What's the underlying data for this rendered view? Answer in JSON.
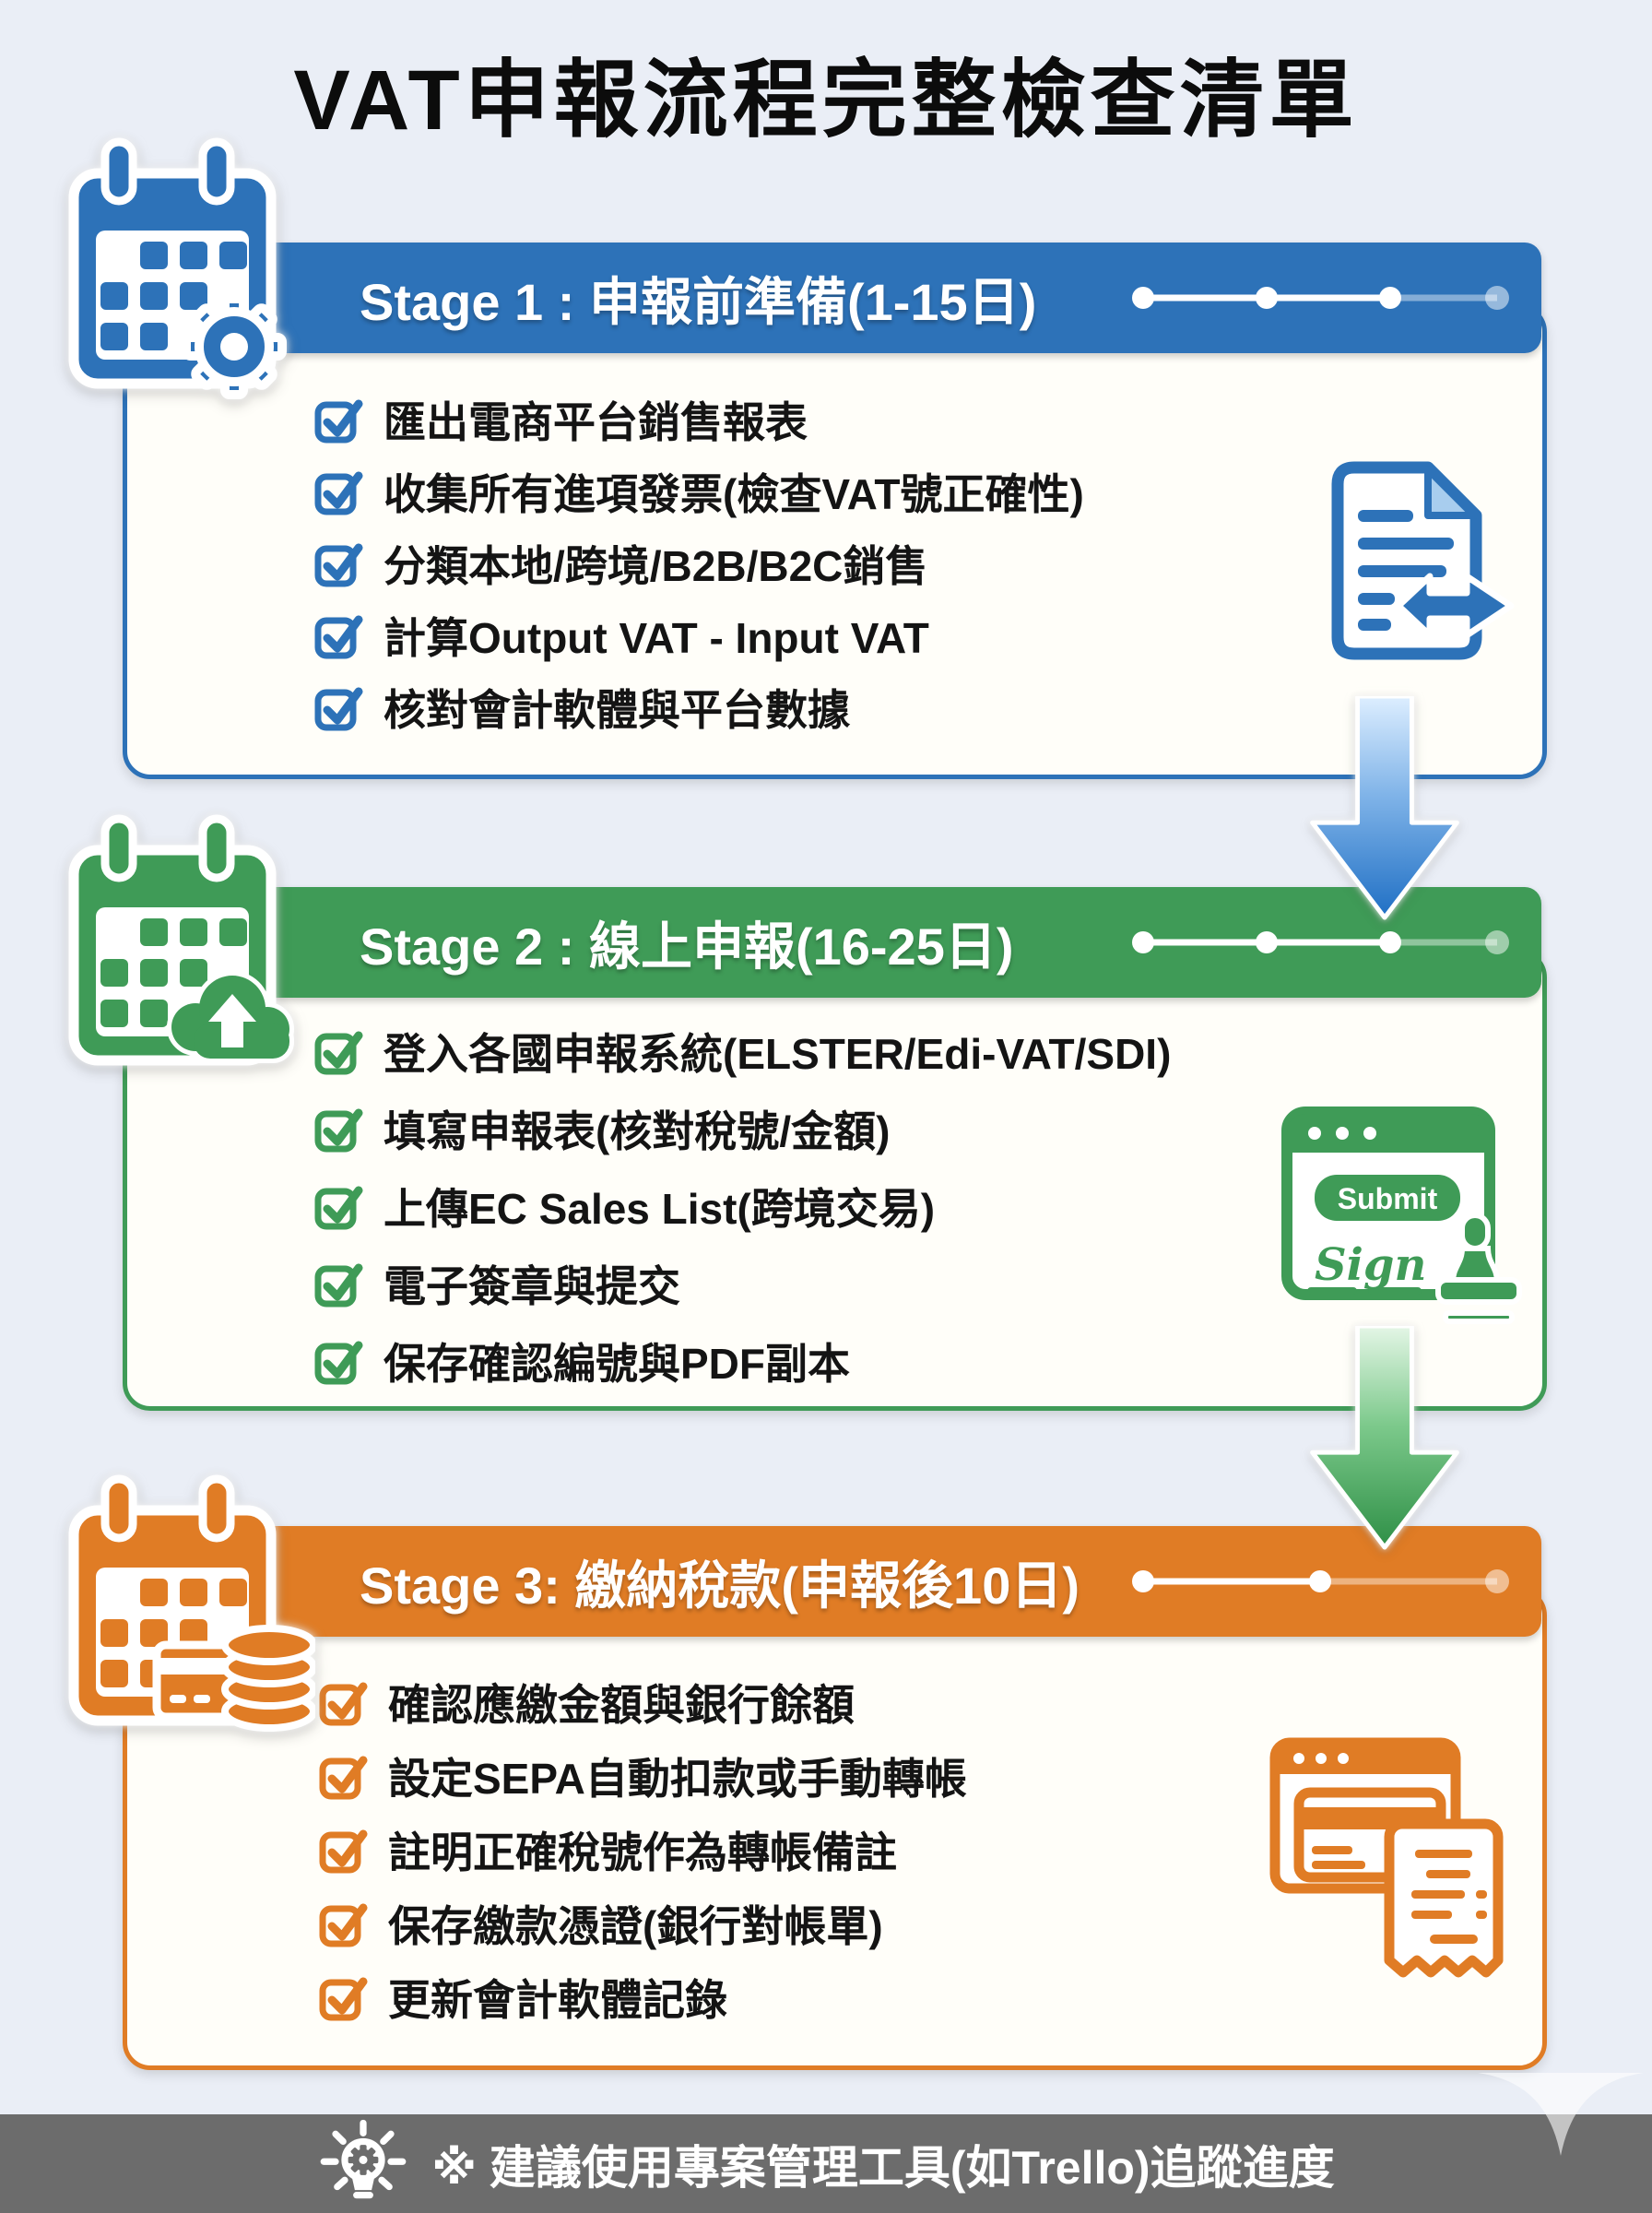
{
  "page": {
    "title": "VAT申報流程完整檢查清單",
    "background_color": "#eaeef6"
  },
  "stages": [
    {
      "label": "Stage 1 : 申報前準備(1-15日)",
      "accent_color": "#2d72b8",
      "calendar_icon": "calendar-gear-icon",
      "side_icon": "document-export-icon",
      "items": [
        "匯出電商平台銷售報表",
        "收集所有進項發票(檢查VAT號正確性)",
        "分類本地/跨境/B2B/B2C銷售",
        "計算Output VAT - Input VAT",
        "核對會計軟體與平台數據"
      ]
    },
    {
      "label": "Stage 2 : 線上申報(16-25日)",
      "accent_color": "#3f9b57",
      "calendar_icon": "calendar-cloud-upload-icon",
      "side_icon": "submit-sign-stamp-icon",
      "side_icon_labels": {
        "submit": "Submit",
        "sign": "Sign"
      },
      "items": [
        "登入各國申報系統(ELSTER/Edi-VAT/SDI)",
        "填寫申報表(核對稅號/金額)",
        "上傳EC Sales List(跨境交易)",
        "電子簽章與提交",
        "保存確認編號與PDF副本"
      ]
    },
    {
      "label": "Stage 3: 繳納稅款(申報後10日)",
      "accent_color": "#e07c25",
      "calendar_icon": "calendar-payment-coins-icon",
      "side_icon": "bank-receipt-icon",
      "items": [
        "確認應繳金額與銀行餘額",
        "設定SEPA自動扣款或手動轉帳",
        "註明正確稅號作為轉帳備註",
        "保存繳款憑證(銀行對帳單)",
        "更新會計軟體記錄"
      ]
    }
  ],
  "footer": {
    "note": "※ 建議使用專案管理工具(如Trello)追蹤進度",
    "background_color": "#6c6c6c",
    "icon": "lightbulb-gear-icon"
  }
}
